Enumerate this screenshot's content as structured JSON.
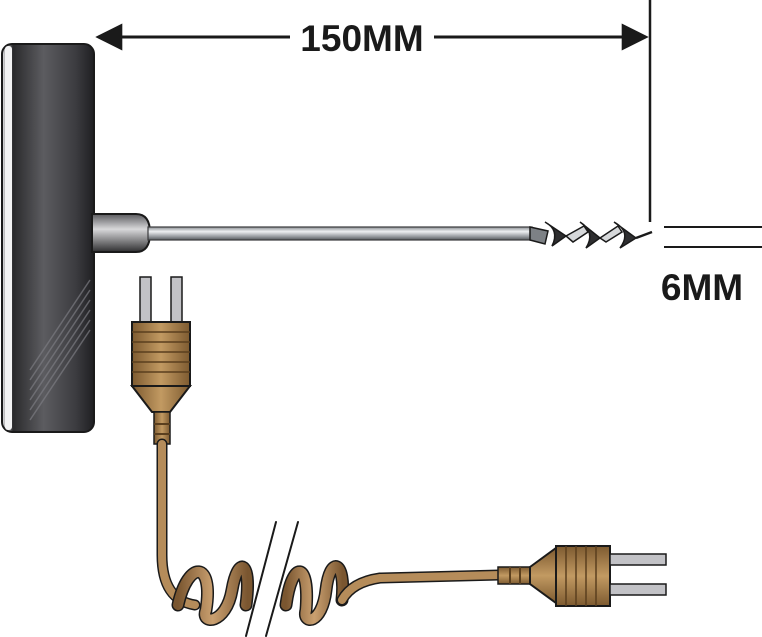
{
  "dimensions": {
    "length_label": "150MM",
    "diameter_label": "6MM"
  },
  "colors": {
    "handle_dark": "#3a3a3c",
    "handle_mid": "#6b6b6e",
    "shaft": "#b8bcc0",
    "cable_copper": "#a98252",
    "cable_dark": "#6e4f2a",
    "plug_body": "#9c7646",
    "pins": "#b9b9bd",
    "ink": "#1a1a1a"
  },
  "parts": {
    "handle": "probe-handle",
    "shaft": "probe-shaft",
    "tip": "corkscrew-tip",
    "cable": "coiled-cable",
    "connector": "thermocouple-plug"
  }
}
